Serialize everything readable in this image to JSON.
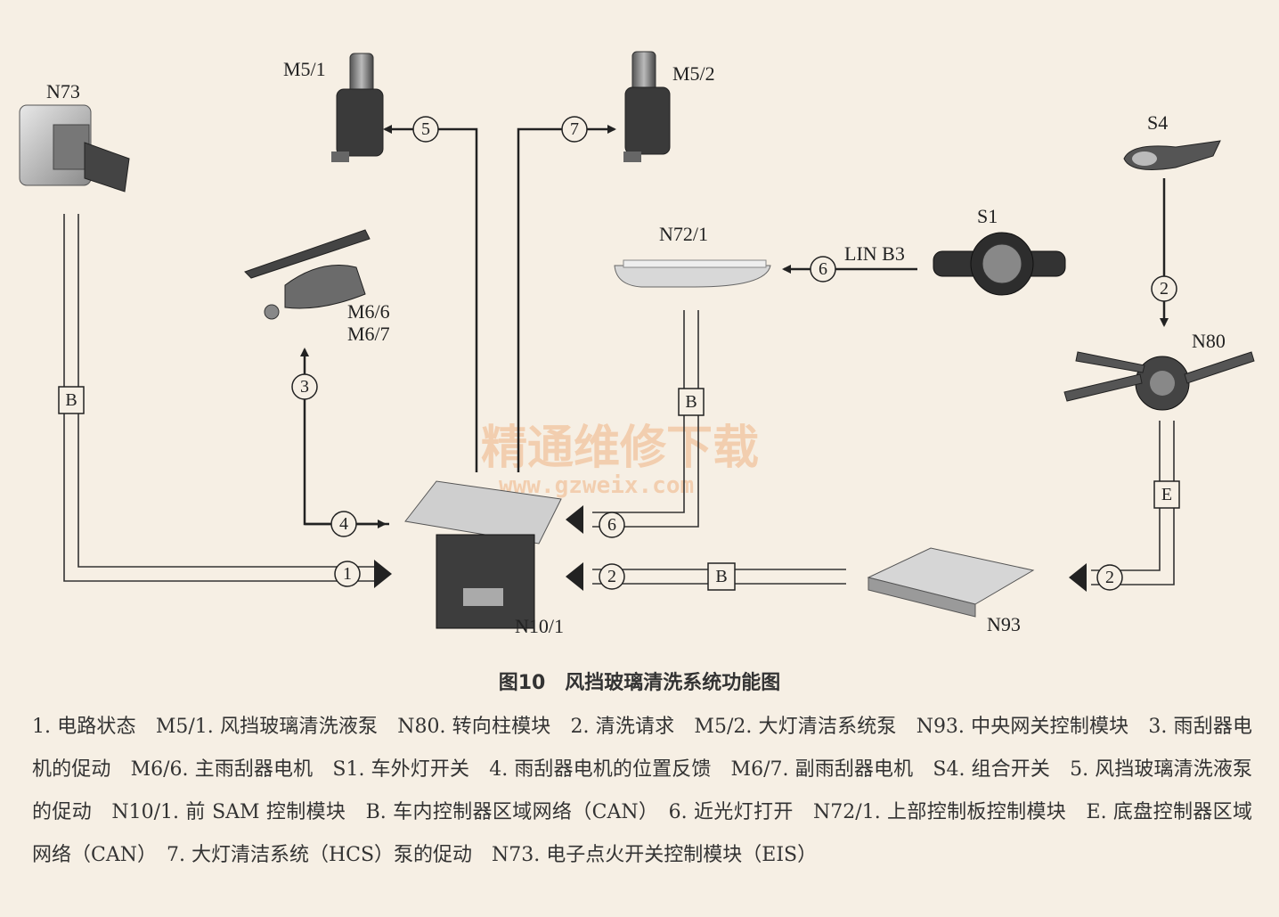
{
  "watermark": {
    "cn": "精通维修下载",
    "url": "www.gzweix.com"
  },
  "components": {
    "N73": "N73",
    "M5_1": "M5/1",
    "M5_2": "M5/2",
    "S4": "S4",
    "S1": "S1",
    "N72_1": "N72/1",
    "M6_6": "M6/6",
    "M6_7": "M6/7",
    "N80": "N80",
    "N10_1": "N10/1",
    "N93": "N93"
  },
  "bus_labels": {
    "B": "B",
    "E": "E",
    "lin": "LIN B3"
  },
  "signal_numbers": [
    "1",
    "2",
    "3",
    "4",
    "5",
    "6",
    "7"
  ],
  "caption": "图10　风挡玻璃清洗系统功能图",
  "legend": "1. 电路状态　M5/1. 风挡玻璃清洗液泵　N80. 转向柱模块　2. 清洗请求　M5/2. 大灯清洁系统泵　N93. 中央网关控制模块　3. 雨刮器电机的促动　M6/6. 主雨刮器电机　S1. 车外灯开关　4. 雨刮器电机的位置反馈　M6/7. 副雨刮器电机　S4. 组合开关　5. 风挡玻璃清洗液泵的促动　N10/1. 前 SAM 控制模块　B. 车内控制器区域网络（CAN）　6. 近光灯打开　N72/1. 上部控制板控制模块　E. 底盘控制器区域网络（CAN）　7. 大灯清洁系统（HCS）泵的促动　N73. 电子点火开关控制模块（EIS）",
  "colors": {
    "background": "#f6efe4",
    "line": "#333333",
    "watermark": "#f2c9a6"
  }
}
